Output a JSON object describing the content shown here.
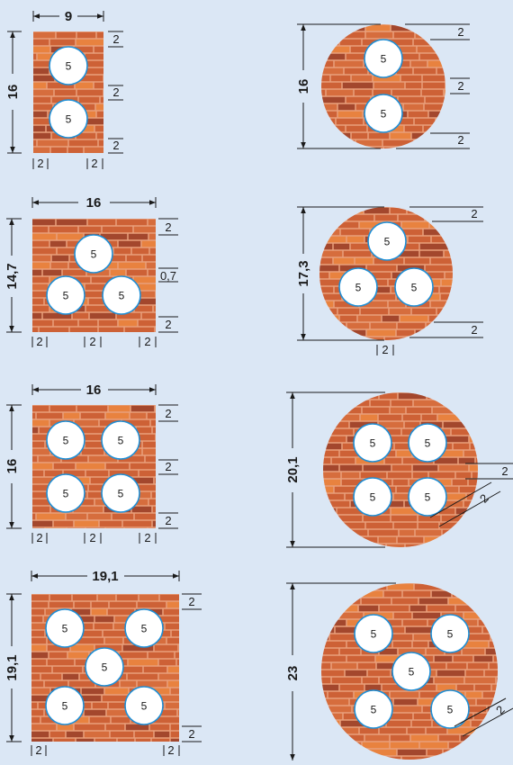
{
  "colors": {
    "background": "#dbe7f5",
    "brick_base": "#cd6136",
    "brick_light": "#e8823f",
    "brick_dark": "#a3472d",
    "mortar": "#e9a07c",
    "hole_stroke": "#1e8fd6"
  },
  "hole_label": "5",
  "figures": [
    {
      "id": "rect-2",
      "shape": "rect",
      "holes": 2,
      "width_label": "9",
      "height_label": "16",
      "gap_labels": [
        "2",
        "2",
        "2"
      ],
      "bottom_labels": [
        "2",
        "2"
      ]
    },
    {
      "id": "circle-2",
      "shape": "circle",
      "holes": 2,
      "diameter_label": "16",
      "gap_labels": [
        "2",
        "2",
        "2"
      ]
    },
    {
      "id": "rect-3",
      "shape": "rect",
      "holes": 3,
      "width_label": "16",
      "height_label": "14,7",
      "gap_labels": [
        "2",
        "0,7",
        "2"
      ],
      "bottom_labels": [
        "2",
        "2",
        "2"
      ]
    },
    {
      "id": "circle-3",
      "shape": "circle",
      "holes": 3,
      "diameter_label": "17,3",
      "gap_labels": [
        "2",
        "2"
      ],
      "bottom_labels": [
        "2"
      ]
    },
    {
      "id": "rect-4",
      "shape": "rect",
      "holes": 4,
      "width_label": "16",
      "height_label": "16",
      "gap_labels": [
        "2",
        "2",
        "2"
      ],
      "bottom_labels": [
        "2",
        "2",
        "2"
      ]
    },
    {
      "id": "circle-4",
      "shape": "circle",
      "holes": 4,
      "diameter_label": "20,1",
      "gap_labels": [
        "2",
        "2"
      ]
    },
    {
      "id": "rect-5",
      "shape": "rect",
      "holes": 5,
      "width_label": "19,1",
      "height_label": "19,1",
      "gap_labels": [
        "2",
        "2"
      ],
      "bottom_labels": [
        "2",
        "2"
      ]
    },
    {
      "id": "circle-5",
      "shape": "circle",
      "holes": 5,
      "diameter_label": "23",
      "gap_labels": [
        "2"
      ]
    }
  ]
}
